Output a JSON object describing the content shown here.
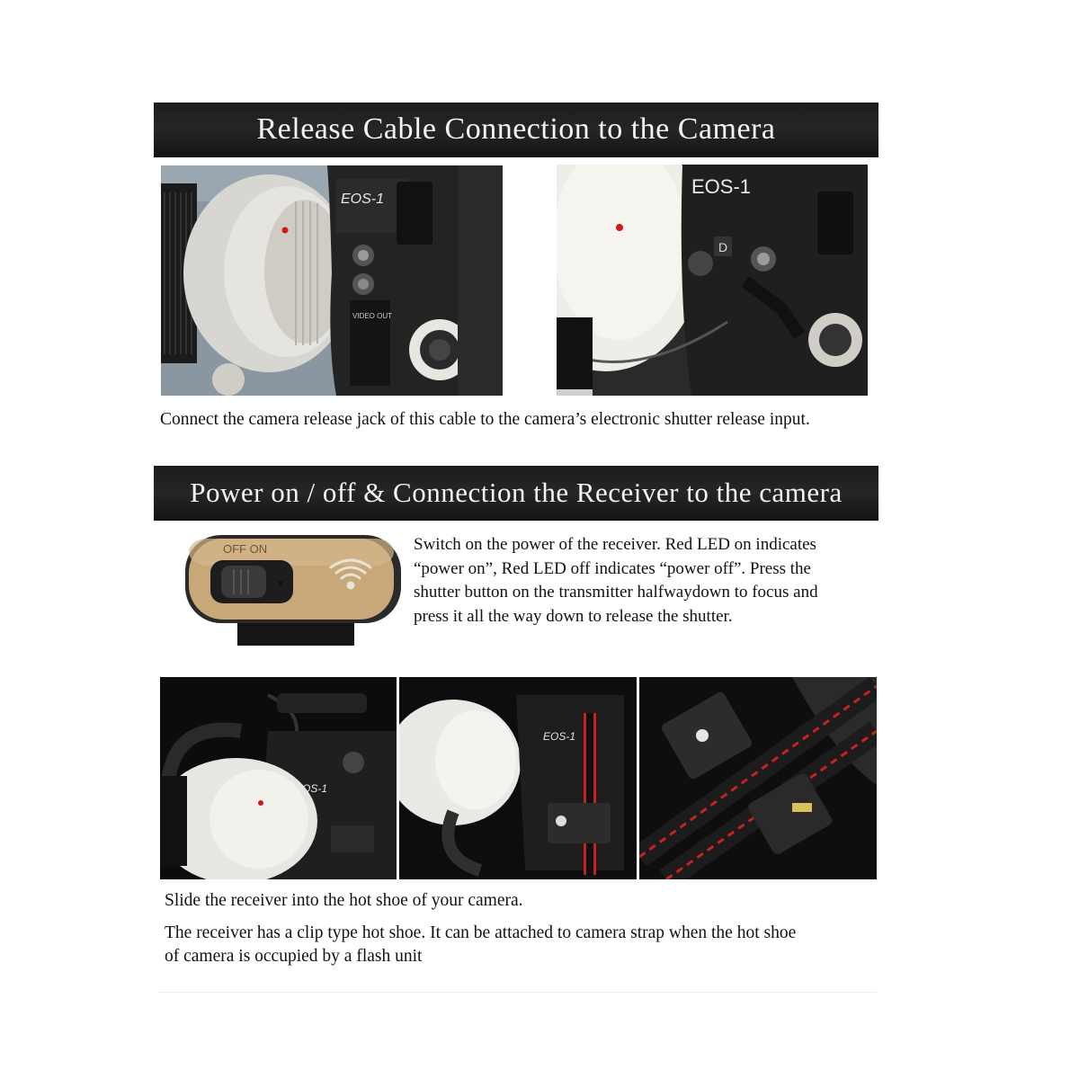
{
  "section1": {
    "title": "Release Cable Connection to the Camera",
    "photo_left_labels": {
      "model": "EOS-1",
      "port": "VIDEO OUT"
    },
    "photo_right_labels": {
      "model": "EOS-1",
      "port": "D"
    },
    "caption": "Connect the camera release jack of this cable to the camera’s electronic shutter release input."
  },
  "section2": {
    "title": "Power on / off & Connection the Receiver to the camera",
    "receiver_switch_label": "OFF ON",
    "caption_lines": [
      "Switch on the power of the receiver. Red LED on indicates",
      " “power on”, Red LED off indicates “power off”. Press the",
      "shutter button on the transmitter halfwaydown to focus and",
      " press it all the way down to release the shutter."
    ]
  },
  "section3": {
    "photo1_label": "EOS-1",
    "photo2_label": "EOS-1",
    "caption_slide": "Slide the receiver into the hot shoe of your camera.",
    "caption_clip_lines": [
      "The receiver has a clip type hot shoe. It can be attached to camera strap when the hot shoe",
      " of camera is occupied by a flash unit"
    ]
  },
  "colors": {
    "banner_bg": "#1f1f1f",
    "banner_text": "#f4f4f4",
    "led_red": "#d21a1a",
    "receiver_gold": "#c8a878",
    "strap_red": "#c4231f"
  }
}
